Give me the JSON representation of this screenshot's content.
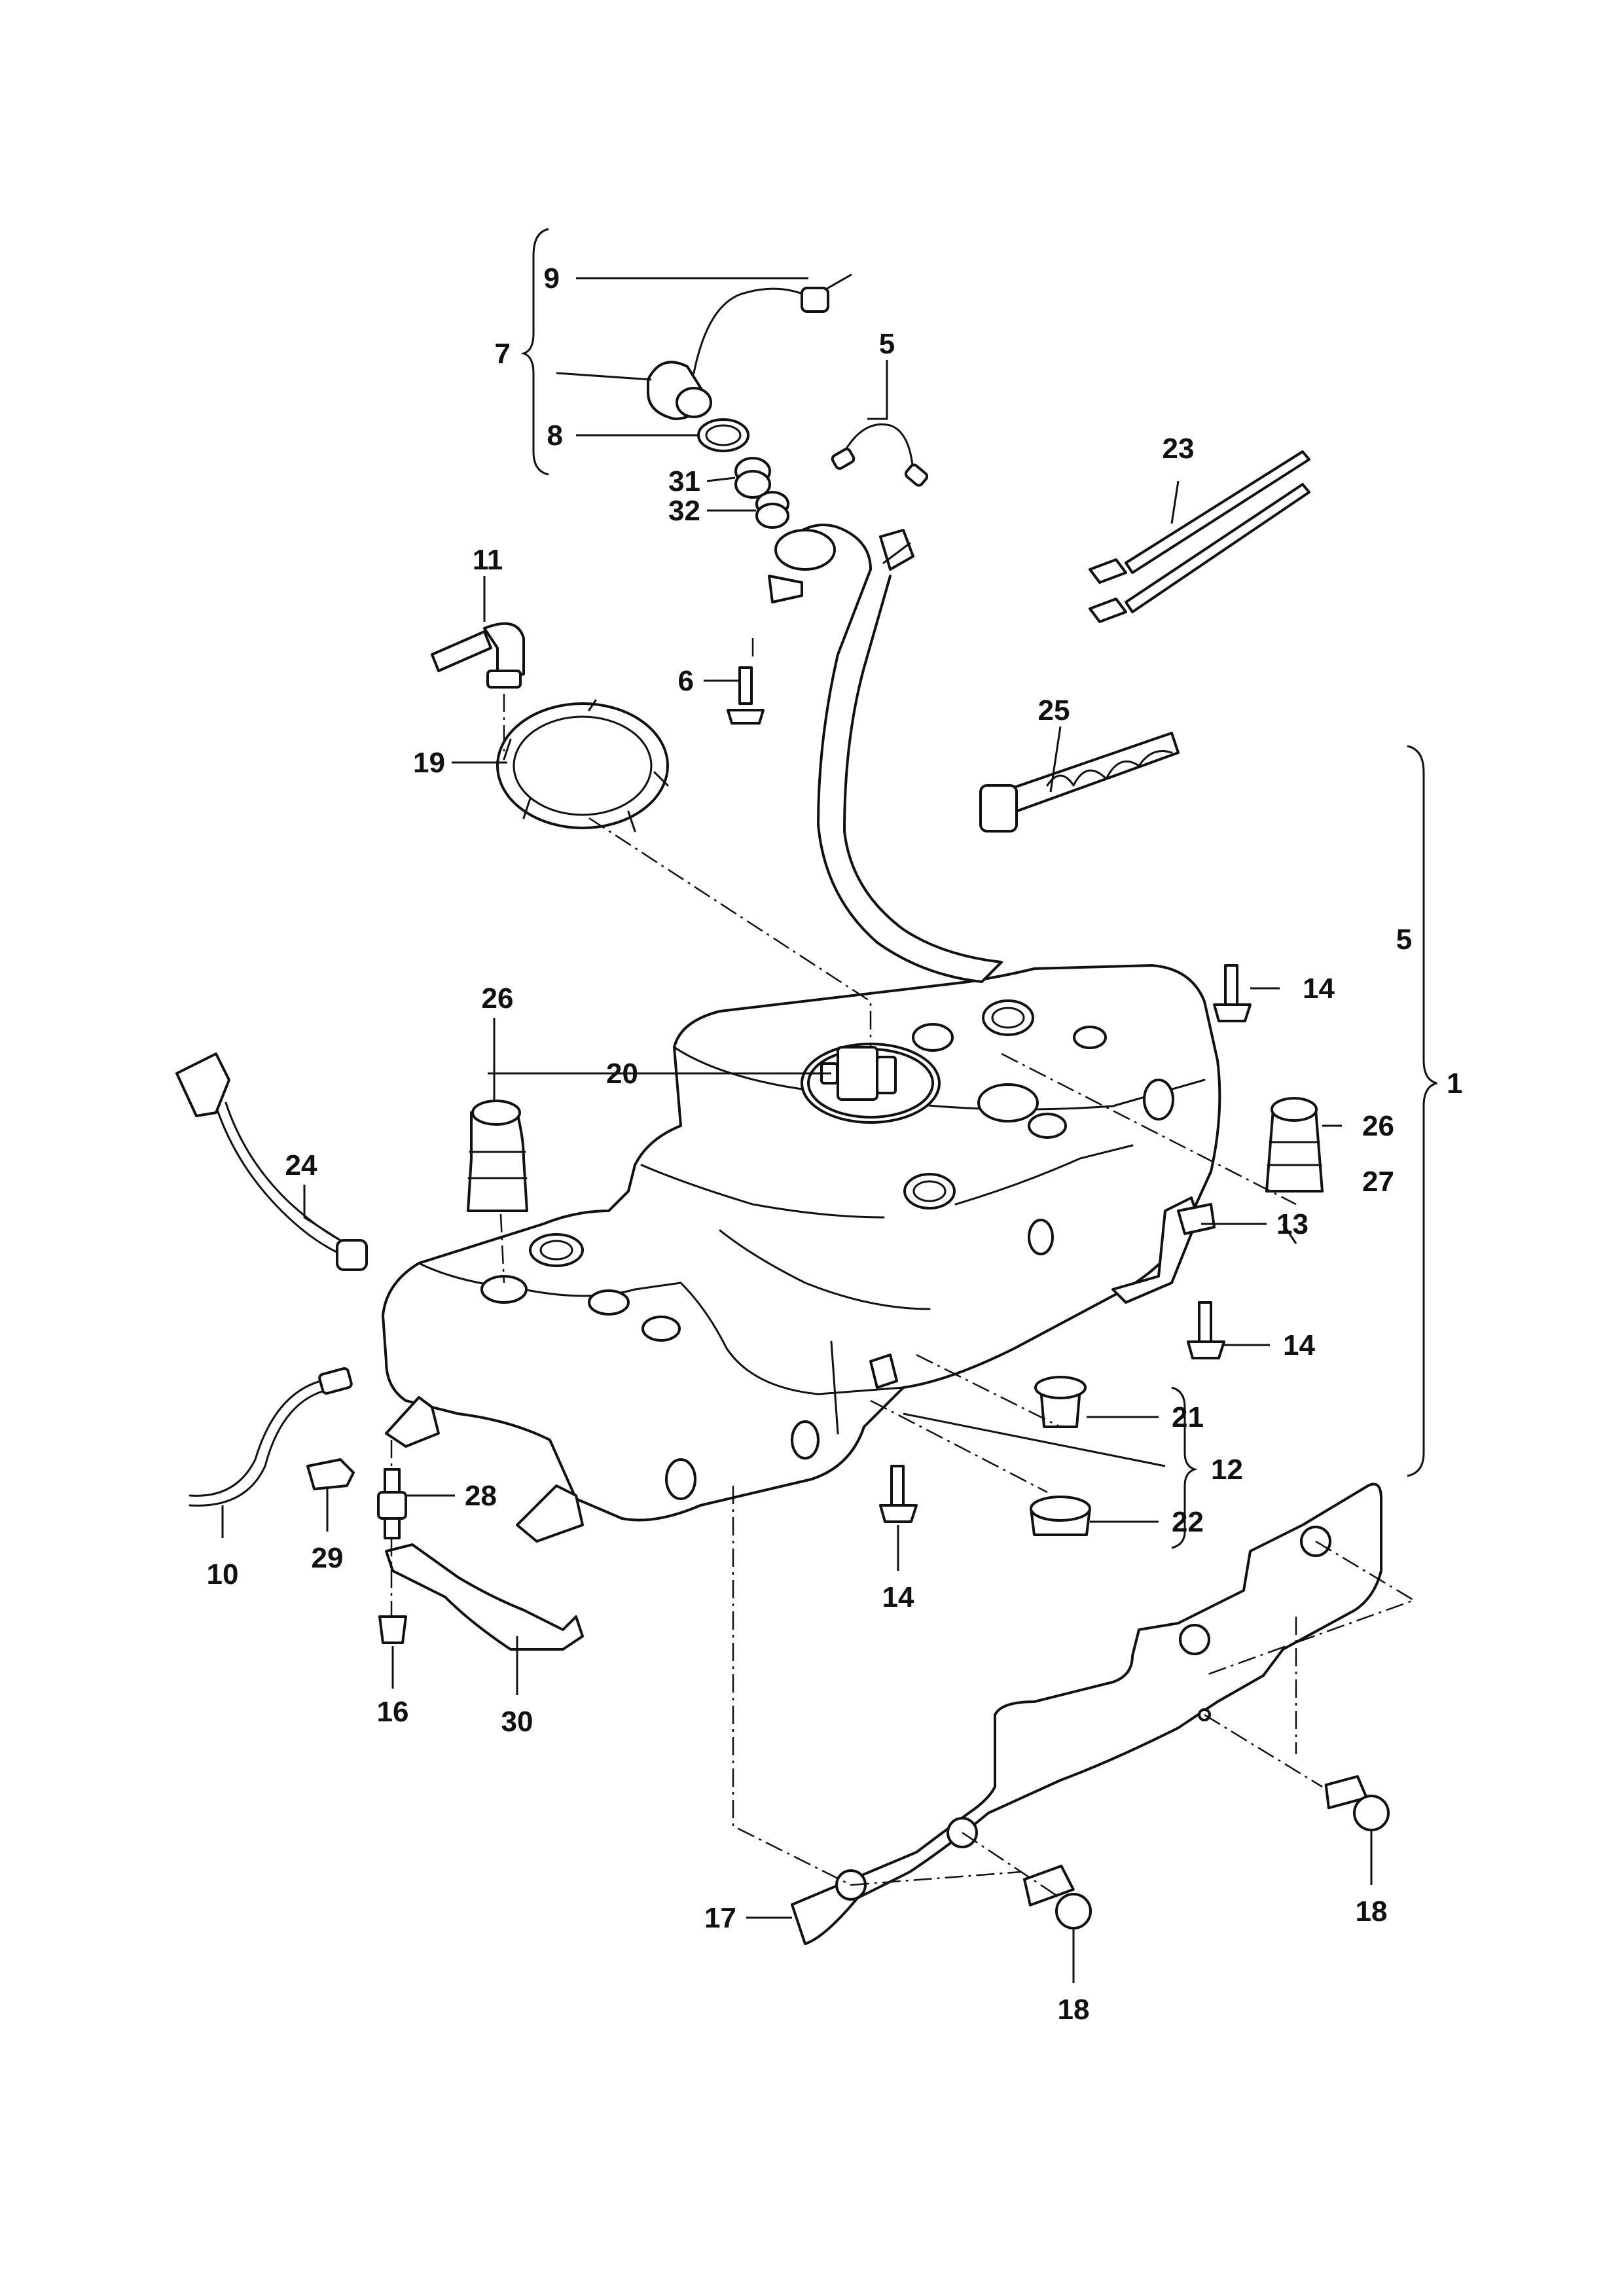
{
  "diagram": {
    "callouts": {
      "c1": "1",
      "c5a": "5",
      "c5b": "5",
      "c6": "6",
      "c7": "7",
      "c8": "8",
      "c9": "9",
      "c10": "10",
      "c11": "11",
      "c12": "12",
      "c13": "13",
      "c14a": "14",
      "c14b": "14",
      "c14c": "14",
      "c16": "16",
      "c17": "17",
      "c18a": "18",
      "c18b": "18",
      "c19": "19",
      "c20": "20",
      "c21": "21",
      "c22": "22",
      "c23": "23",
      "c24": "24",
      "c25": "25",
      "c26a": "26",
      "c26b": "26",
      "c27": "27",
      "c28": "28",
      "c29": "29",
      "c30": "30",
      "c31": "31",
      "c32": "32"
    }
  }
}
